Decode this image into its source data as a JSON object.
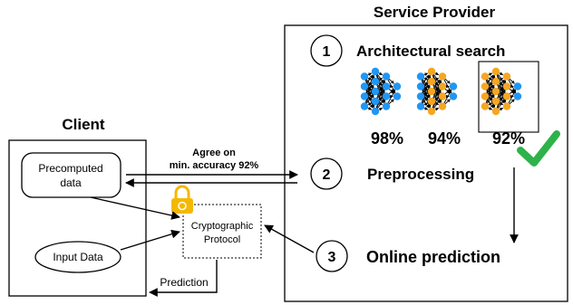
{
  "client": {
    "title": "Client",
    "precomputed": [
      "Precomputed",
      "data"
    ],
    "input_data": "Input Data"
  },
  "provider": {
    "title": "Service Provider",
    "steps": [
      {
        "number": "1",
        "label": "Architectural search"
      },
      {
        "number": "2",
        "label": "Preprocessing"
      },
      {
        "number": "3",
        "label": "Online prediction"
      }
    ],
    "networks": [
      {
        "accuracy": "98%",
        "layer_colors": [
          "#2196f3",
          "#2196f3",
          "#2196f3",
          "#2196f3"
        ]
      },
      {
        "accuracy": "94%",
        "layer_colors": [
          "#2196f3",
          "#f5a623",
          "#f5a623",
          "#2196f3"
        ]
      },
      {
        "accuracy": "92%",
        "layer_colors": [
          "#f5a623",
          "#f5a623",
          "#f5a623",
          "#2196f3"
        ],
        "selected": true
      }
    ]
  },
  "protocol": {
    "label": [
      "Cryptographic",
      "Protocol"
    ]
  },
  "agreement": [
    "Agree on",
    "min. accuracy 92%"
  ],
  "prediction_label": "Prediction",
  "colors": {
    "blue": "#2196f3",
    "orange": "#f5a623",
    "check": "#2db34a",
    "lock": "#f5b800"
  },
  "icons": [
    "lock-icon",
    "checkmark-icon"
  ]
}
